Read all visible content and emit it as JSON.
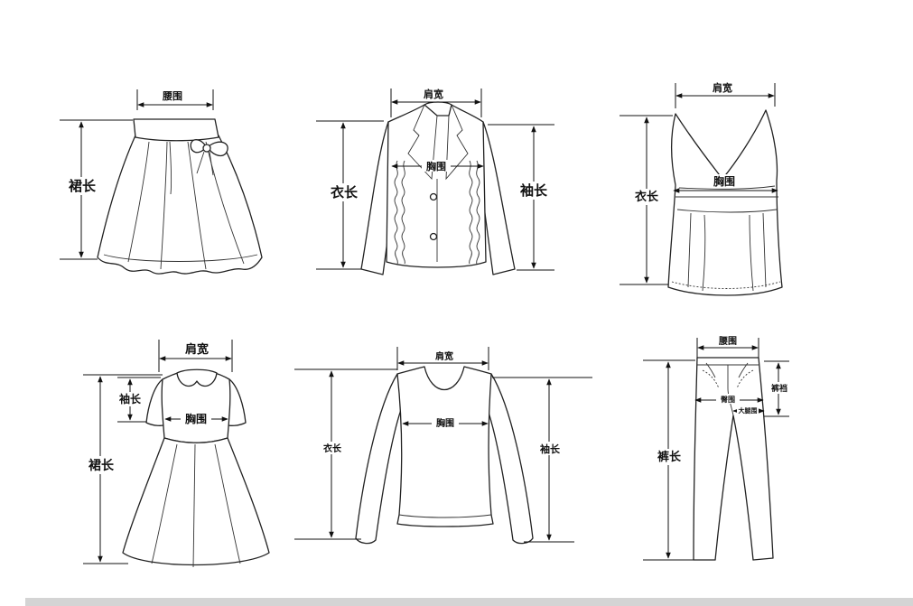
{
  "diagrams": {
    "skirt": {
      "waist": "腰围",
      "length": "裙长"
    },
    "blazer": {
      "shoulder": "肩宽",
      "chest": "胸围",
      "body_length": "衣长",
      "sleeve": "袖长"
    },
    "vest": {
      "shoulder": "肩宽",
      "chest": "胸围",
      "body_length": "衣长"
    },
    "dress": {
      "shoulder": "肩宽",
      "sleeve": "袖长",
      "chest": "胸围",
      "length": "裙长"
    },
    "sweater": {
      "shoulder": "肩宽",
      "chest": "胸围",
      "body_length": "衣长",
      "sleeve": "袖长"
    },
    "pants": {
      "waist": "腰围",
      "hip": "臀围",
      "thigh": "大腿围",
      "rise": "裤裆",
      "length": "裤长"
    }
  }
}
